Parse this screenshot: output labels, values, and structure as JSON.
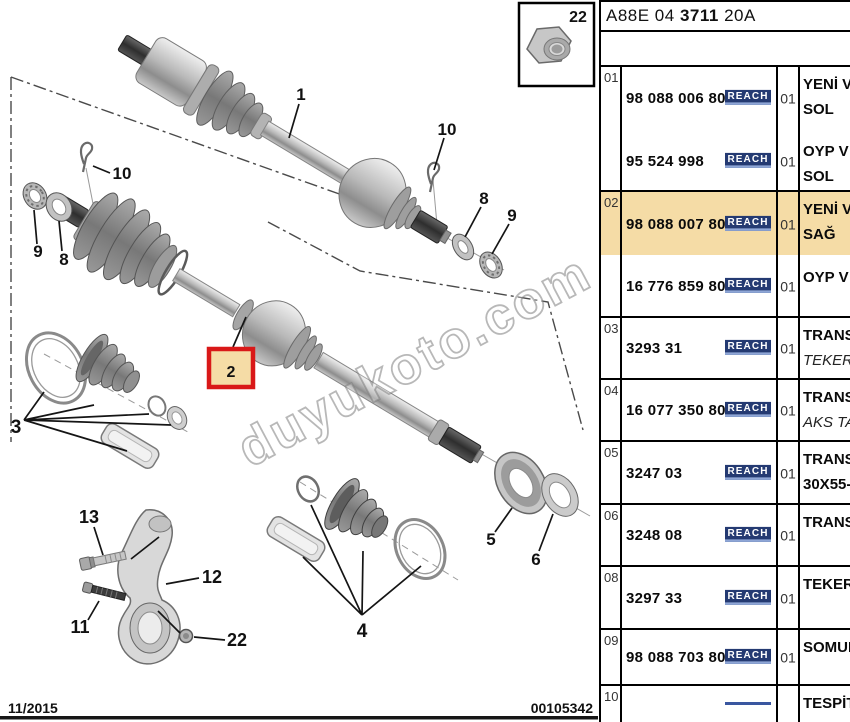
{
  "table": {
    "header": {
      "code_prefix": "A88E 04",
      "code_bold": "3711",
      "code_suffix": "20A"
    },
    "reach_label": "REACH",
    "groups": [
      {
        "num": "01",
        "rows": [
          {
            "part": "98 088 006 80",
            "qty": "01",
            "desc1": "YENİ V",
            "desc2": "SOL"
          },
          {
            "part": "95 524 998",
            "qty": "01",
            "desc1": "OYP V",
            "desc2": "SOL"
          }
        ]
      },
      {
        "num": "02",
        "highlighted": true,
        "rows": [
          {
            "part": "98 088 007 80",
            "qty": "01",
            "desc1": "YENİ V",
            "desc2": "SAĞ"
          },
          {
            "part": "16 776 859 80",
            "qty": "01",
            "desc1": "OYP V",
            "desc2": ""
          }
        ]
      },
      {
        "num": "03",
        "rows": [
          {
            "part": "3293 31",
            "qty": "01",
            "desc1": "TRANS",
            "desc2": "TEKER"
          }
        ]
      },
      {
        "num": "04",
        "rows": [
          {
            "part": "16 077 350 80",
            "qty": "01",
            "desc1": "TRANS",
            "desc2": "AKS TA"
          }
        ]
      },
      {
        "num": "05",
        "rows": [
          {
            "part": "3247 03",
            "qty": "01",
            "desc1": "TRANS",
            "desc2": "30X55-"
          }
        ]
      },
      {
        "num": "06",
        "rows": [
          {
            "part": "3248 08",
            "qty": "01",
            "desc1": "TRANS",
            "desc2": ""
          }
        ]
      },
      {
        "num": "08",
        "rows": [
          {
            "part": "3297 33",
            "qty": "01",
            "desc1": "TEKER",
            "desc2": ""
          }
        ]
      },
      {
        "num": "09",
        "rows": [
          {
            "part": "98 088 703 80",
            "qty": "01",
            "desc1": "SOMUN",
            "desc2": ""
          }
        ]
      },
      {
        "num": "10",
        "rows": [
          {
            "part": "",
            "qty": "",
            "desc1": "TESPİT",
            "desc2": ""
          }
        ]
      }
    ]
  },
  "diagram": {
    "callouts": {
      "shaft_left": "1",
      "shaft_right": "2",
      "boot_kit_left": "3",
      "boot_kit_right": "4",
      "bearing": "5",
      "seal_ring": "6",
      "washer_right": "8",
      "lock_washer_right": "9",
      "washer_left": "8",
      "lock_washer_left": "9",
      "pin_left": "10",
      "pin_right": "10",
      "small_bolt": "11",
      "knuckle": "12",
      "big_bolt": "13",
      "hub_nut": "22",
      "nut_box": "22"
    },
    "watermark": "duyukoto.com",
    "footer_date": "11/2015",
    "footer_doc": "00105342"
  },
  "colors": {
    "highlight_tan": "#f5dca6",
    "selection_red": "#d91818",
    "reach_badge_navy": "#243a72",
    "reach_underline": "#8fa6d6"
  }
}
